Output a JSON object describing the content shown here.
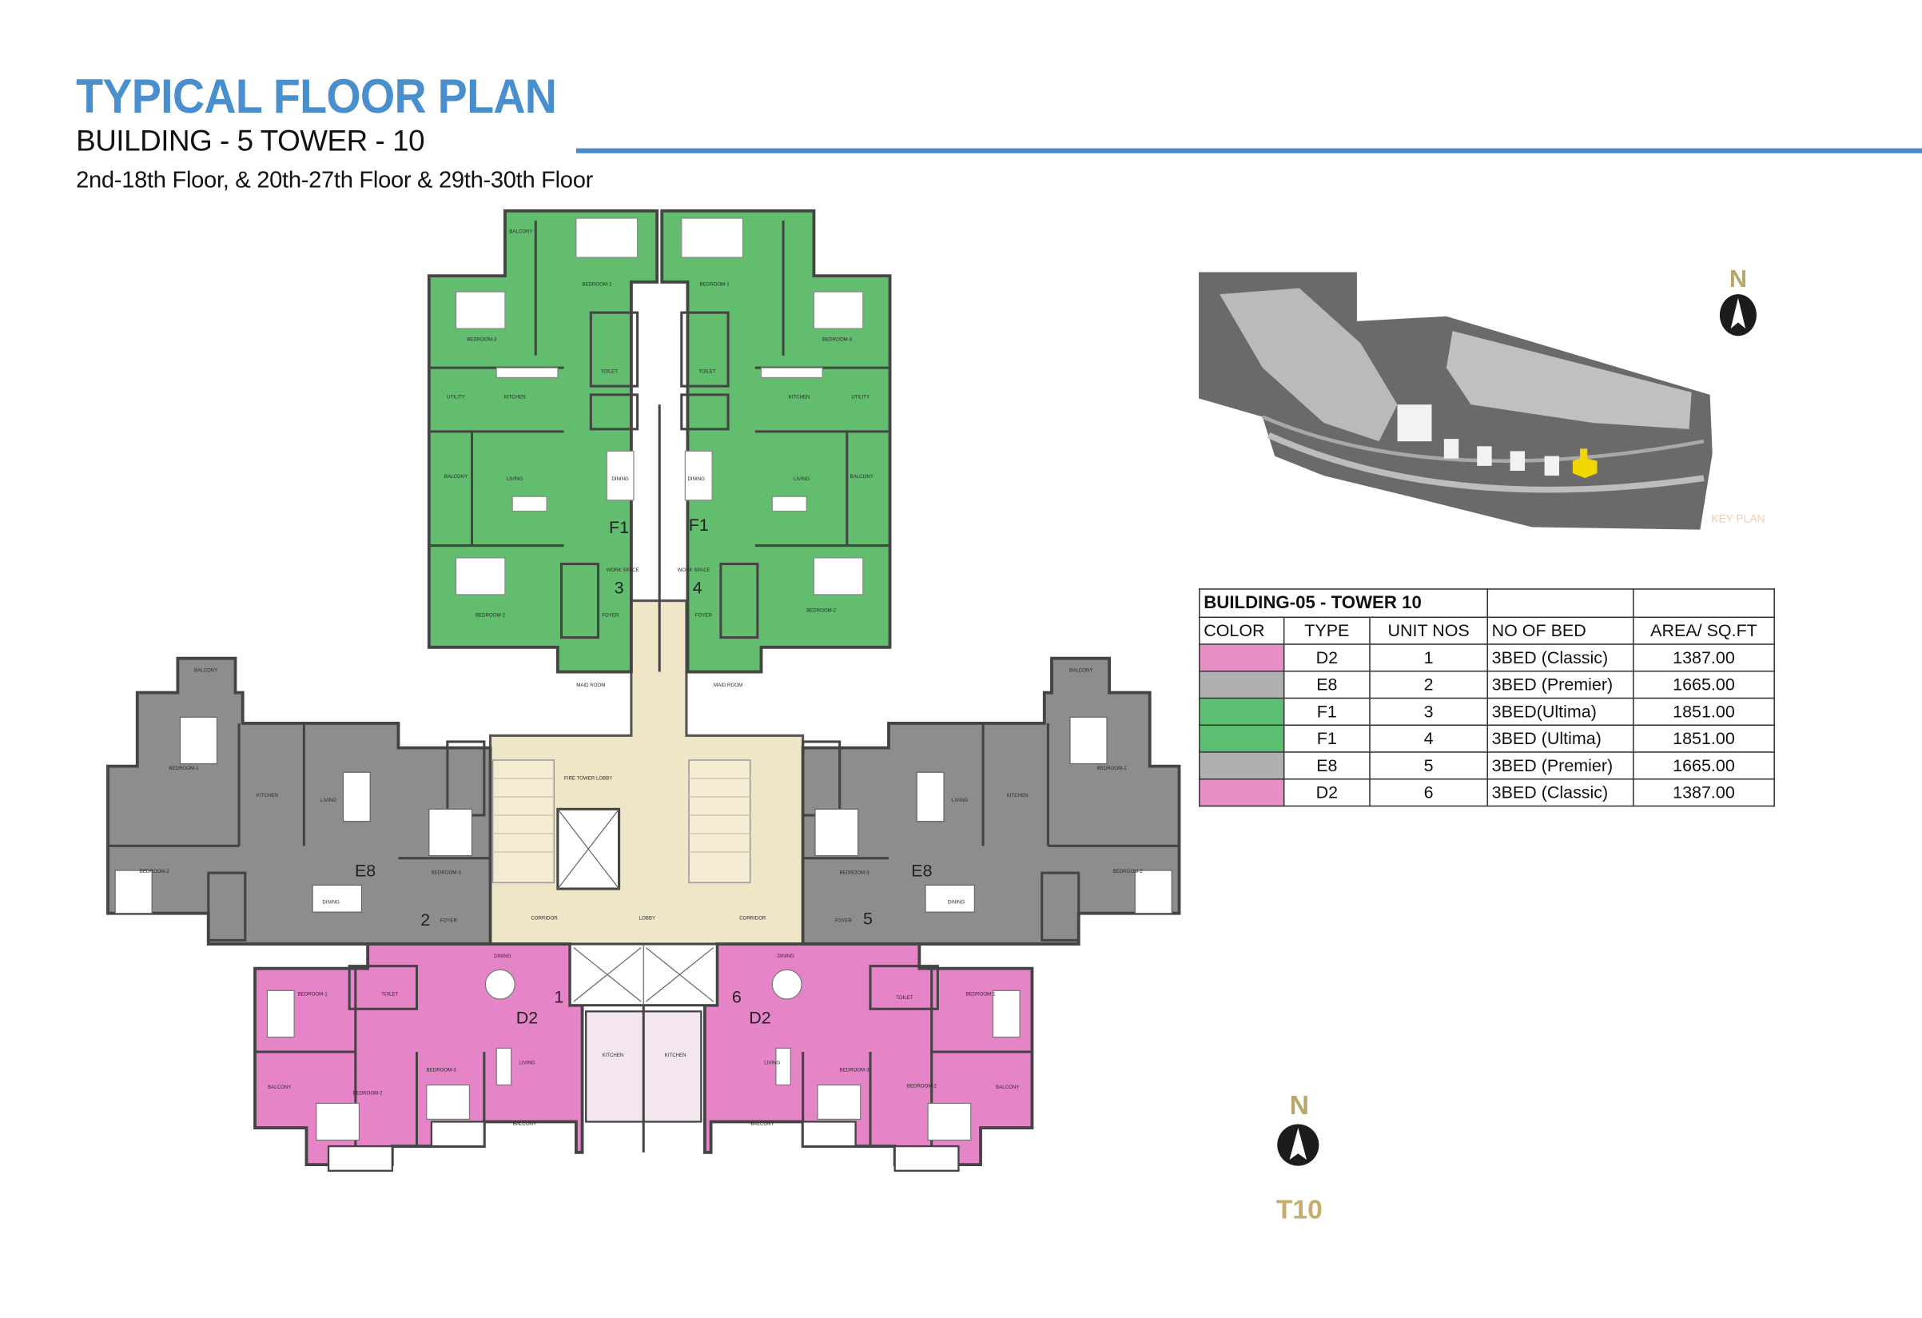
{
  "header": {
    "title": "TYPICAL FLOOR PLAN",
    "subtitle": "BUILDING - 5 TOWER - 10",
    "floors": "2nd-18th Floor, & 20th-27th Floor & 29th-30th Floor",
    "accent_color": "#4a8fcd"
  },
  "floor_plan": {
    "colors": {
      "F1": "#62bd6f",
      "E8": "#8d8d8d",
      "D2": "#e585c8",
      "core": "#efe6c8"
    },
    "unit_labels": [
      {
        "type": "F1",
        "number": "3"
      },
      {
        "type": "F1",
        "number": "4"
      },
      {
        "type": "E8",
        "number": "2"
      },
      {
        "type": "E8",
        "number": "5"
      },
      {
        "type": "D2",
        "number": "1"
      },
      {
        "type": "D2",
        "number": "6"
      }
    ],
    "room_labels": [
      "BALCONY",
      "BEDROOM-1",
      "BEDROOM-2",
      "BEDROOM-3",
      "TOILET",
      "KITCHEN",
      "UTILITY",
      "LIVING",
      "DINING",
      "WORK SPACE",
      "FOYER",
      "MAID ROOM",
      "LOBBY",
      "CORRIDOR",
      "FIRE TOWER LOBBY"
    ],
    "compass": {
      "letter": "N",
      "tower": "T10",
      "icon": "north-arrow-icon"
    }
  },
  "key_plan": {
    "label": "KEY PLAN",
    "compass_letter": "N",
    "highlight_color": "#f2d600"
  },
  "unit_table": {
    "title": "BUILDING-05 - TOWER 10",
    "columns": [
      "COLOR",
      "TYPE",
      "UNIT NOS",
      "NO OF BED",
      "AREA/ SQ.FT"
    ],
    "rows": [
      {
        "color": "#e98fc8",
        "type": "D2",
        "unit": "1",
        "bed": "3BED (Classic)",
        "area": "1387.00"
      },
      {
        "color": "#b0b0b0",
        "type": "E8",
        "unit": "2",
        "bed": "3BED (Premier)",
        "area": "1665.00"
      },
      {
        "color": "#5cbf72",
        "type": "F1",
        "unit": "3",
        "bed": "3BED(Ultima)",
        "area": "1851.00"
      },
      {
        "color": "#5cbf72",
        "type": "F1",
        "unit": "4",
        "bed": "3BED (Ultima)",
        "area": "1851.00"
      },
      {
        "color": "#b0b0b0",
        "type": "E8",
        "unit": "5",
        "bed": "3BED (Premier)",
        "area": "1665.00"
      },
      {
        "color": "#e98fc8",
        "type": "D2",
        "unit": "6",
        "bed": "3BED (Classic)",
        "area": "1387.00"
      }
    ]
  }
}
